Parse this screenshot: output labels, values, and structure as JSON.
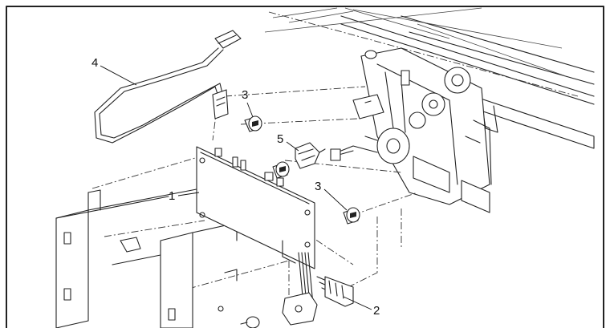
{
  "callouts": {
    "c1": "1",
    "c2": "2",
    "c3a": "3",
    "c3b": "3",
    "c4": "4",
    "c5": "5"
  }
}
